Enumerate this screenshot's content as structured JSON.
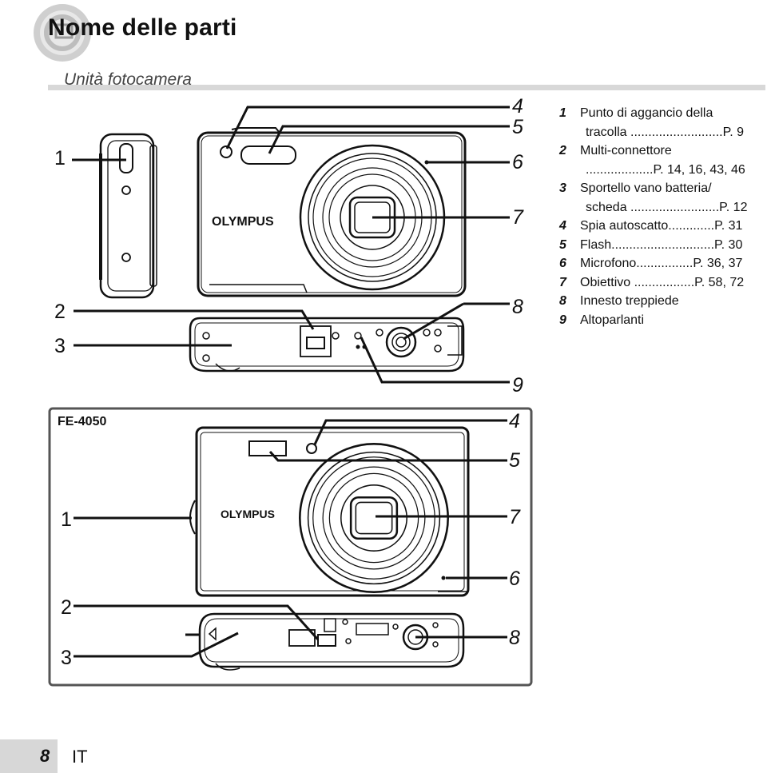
{
  "header": {
    "title": "Nome delle parti",
    "subtitle": "Unità fotocamera",
    "icon": "camera-icon"
  },
  "legend": [
    {
      "num": "1",
      "label": "Punto di aggancio della",
      "cont": "tracolla ..........................P. 9"
    },
    {
      "num": "2",
      "label": "Multi-connettore",
      "cont": "...................P. 14, 16, 43, 46"
    },
    {
      "num": "3",
      "label": "Sportello vano batteria/",
      "cont": "scheda .........................P. 12"
    },
    {
      "num": "4",
      "label": "Spia autoscatto.............P. 31"
    },
    {
      "num": "5",
      "label": "Flash.............................P. 30"
    },
    {
      "num": "6",
      "label": "Microfono................P. 36, 37"
    },
    {
      "num": "7",
      "label": "Obiettivo .................P. 58, 72"
    },
    {
      "num": "8",
      "label": "Innesto treppiede"
    },
    {
      "num": "9",
      "label": "Altoparlanti"
    }
  ],
  "diagram_top": {
    "callouts": [
      "1",
      "2",
      "3",
      "4",
      "5",
      "6",
      "7",
      "8",
      "9"
    ],
    "brand": "OLYMPUS"
  },
  "diagram_bottom": {
    "model": "FE-4050",
    "callouts": [
      "1",
      "2",
      "3",
      "4",
      "5",
      "6",
      "7",
      "8"
    ],
    "brand": "OLYMPUS"
  },
  "footer": {
    "page_number": "8",
    "language": "IT"
  }
}
